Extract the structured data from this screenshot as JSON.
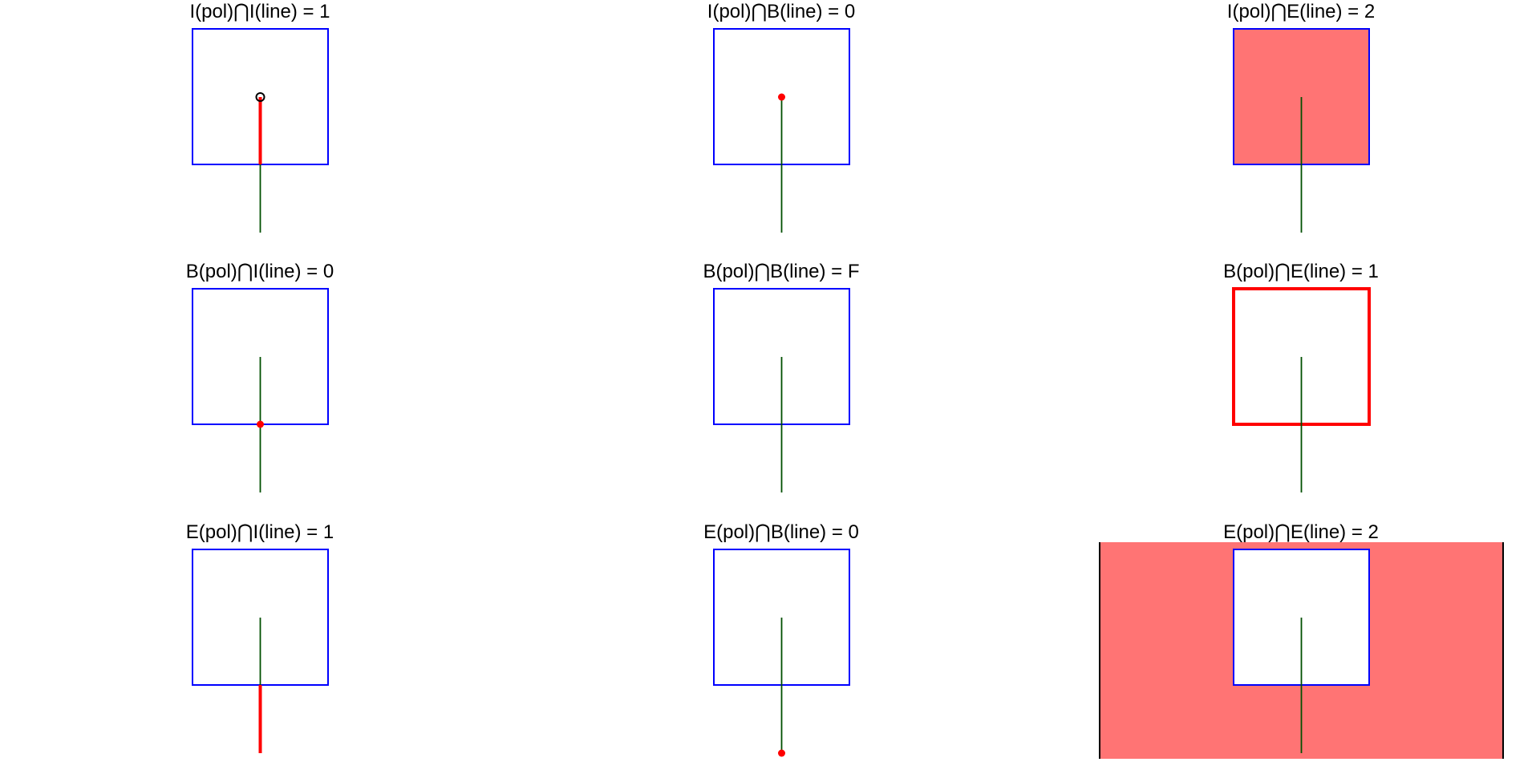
{
  "figure": {
    "panels": [
      {
        "title": "I(pol)⋂I(line) = 1",
        "highlight": "line-interior"
      },
      {
        "title": "I(pol)⋂B(line) = 0",
        "highlight": "line-start-point"
      },
      {
        "title": "I(pol)⋂E(line) = 2",
        "highlight": "polygon-interior"
      },
      {
        "title": "B(pol)⋂I(line) = 0",
        "highlight": "crossing-point"
      },
      {
        "title": "B(pol)⋂B(line) = F",
        "highlight": "none"
      },
      {
        "title": "B(pol)⋂E(line) = 1",
        "highlight": "polygon-boundary"
      },
      {
        "title": "E(pol)⋂I(line) = 1",
        "highlight": "line-outside-segment"
      },
      {
        "title": "E(pol)⋂B(line) = 0",
        "highlight": "line-end-point"
      },
      {
        "title": "E(pol)⋂E(line) = 2",
        "highlight": "polygon-exterior"
      }
    ],
    "colors": {
      "polygon_edge": "#0000ff",
      "line": "#005000",
      "highlight": "#ff0000",
      "highlight_fill": "#ff7474",
      "open_point": "#000000"
    }
  }
}
